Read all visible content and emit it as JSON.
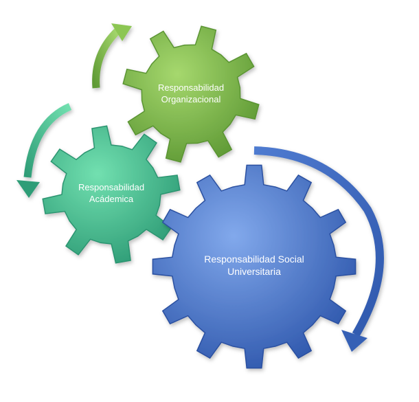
{
  "colors": {
    "green_dark": "#5f9a35",
    "green_light": "#9ad064",
    "teal_dark": "#2f9d77",
    "teal_light": "#6edcab",
    "blue_dark": "#2f58ad",
    "blue_light": "#7aa2ea"
  },
  "gears": {
    "organizacional": {
      "line1": "Responsabilidad",
      "line2": "Organizacional",
      "color_key": "green"
    },
    "academica": {
      "line1": "Responsabilidad",
      "line2": "Acádemica",
      "color_key": "teal"
    },
    "social": {
      "line1": "Responsabilidad Social",
      "line2": "Universitaria",
      "color_key": "blue"
    }
  },
  "arrows": [
    {
      "name": "cycle-arrow-green",
      "color_key": "green"
    },
    {
      "name": "cycle-arrow-teal",
      "color_key": "teal"
    },
    {
      "name": "cycle-arrow-blue",
      "color_key": "blue"
    }
  ]
}
